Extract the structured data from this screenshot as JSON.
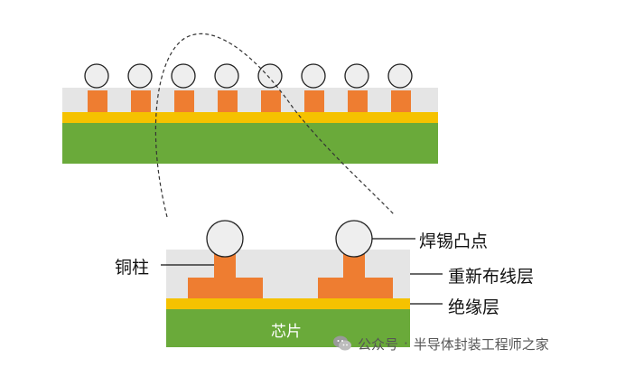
{
  "labels": {
    "solder_bump": "焊锡凸点",
    "copper_pillar": "铜柱",
    "rdl": "重新布线层",
    "insulation": "绝缘层",
    "chip": "芯片"
  },
  "watermark": {
    "channel": "公众号",
    "separator": "·",
    "name": "半导体封装工程师之家",
    "icon": "wechat-icon"
  },
  "colors": {
    "chip": "#6aaa3a",
    "insulation": "#f5c200",
    "rdl": "#e5e5e5",
    "copper": "#ee7d31",
    "bump": "#eeeeee"
  }
}
